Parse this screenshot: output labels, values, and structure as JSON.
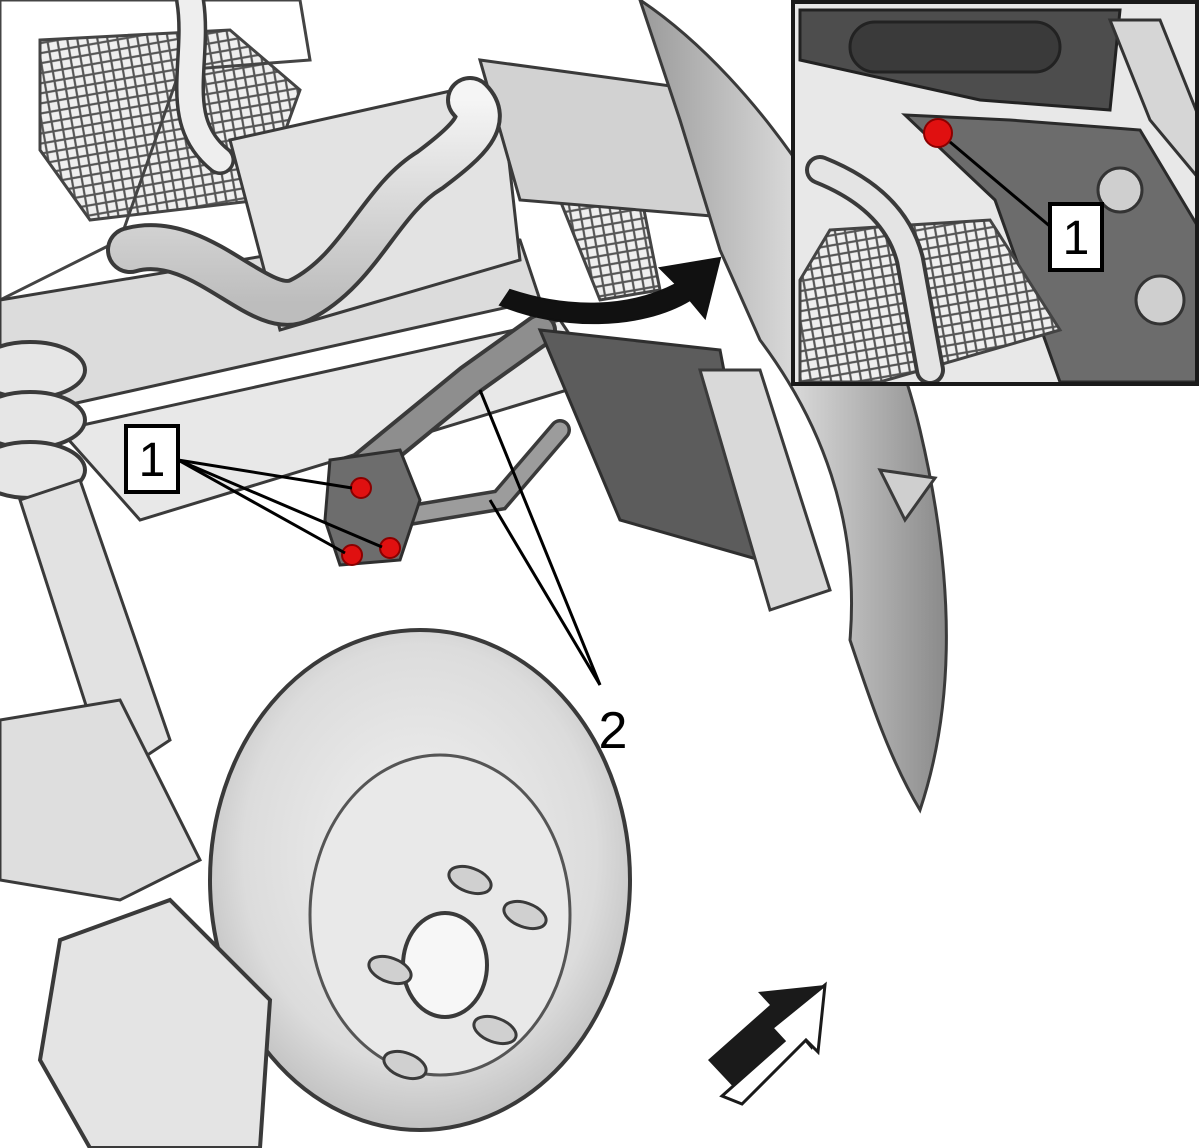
{
  "figure": {
    "callouts": {
      "main_1": "1",
      "main_2": "2",
      "inset_1": "1"
    },
    "colors": {
      "fastener_marker": "#e01010",
      "part_light": "#e6e6e6",
      "part_mid": "#c4c4c4",
      "part_dark": "#7a7a7a",
      "panel_dark": "#5c5c5c",
      "outline": "#3a3a3a",
      "callout_line": "#000000",
      "background": "#ffffff"
    },
    "icons": {
      "removal_direction": "curved-arrow-icon",
      "vehicle_forward": "forward-direction-arrow-icon"
    }
  }
}
